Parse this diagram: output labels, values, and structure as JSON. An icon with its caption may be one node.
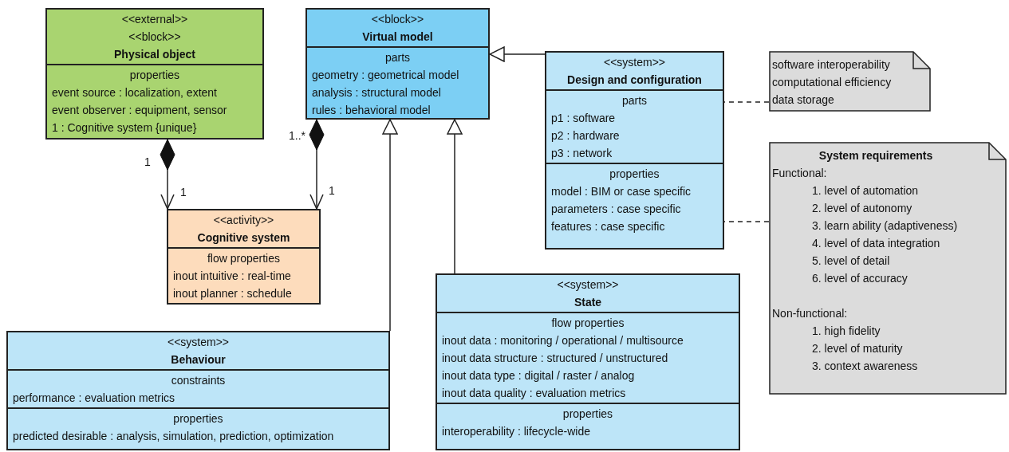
{
  "diagram": {
    "nodes": [
      {
        "text": [
          "<<external>>",
          "<<block>>",
          "Physical object",
          "properties",
          "event source : localization, extent",
          "event observer : equipment, sensor",
          "1 : Cognitive system {unique}"
        ]
      },
      {
        "text": [
          "<<block>>",
          "Virtual model",
          "parts",
          "geometry : geometrical model",
          "analysis : structural model",
          "rules : behavioral model"
        ]
      },
      {
        "text": [
          "<<system>>",
          "Design and configuration",
          "parts",
          "p1 : software",
          "p2 : hardware",
          "p3 : network",
          "properties",
          "model : BIM or case specific",
          "parameters : case specific",
          "features : case specific"
        ]
      },
      {
        "text": [
          "software interoperability",
          "computational efficiency",
          "data storage"
        ]
      },
      {
        "text": [
          "<<activity>>",
          "Cognitive system",
          "flow properties",
          "inout intuitive : real-time",
          "inout planner : schedule"
        ]
      },
      {
        "text": [
          "System requirements",
          "Functional:",
          "1. level of automation",
          "2. level of autonomy",
          "3. learn ability (adaptiveness)",
          "4. level of data integration",
          "5. level of detail",
          "6. level of accuracy",
          "Non-functional:",
          "1. high fidelity",
          "2. level of maturity",
          "3. context awareness"
        ]
      },
      {
        "text": [
          "<<system>>",
          "State",
          "flow properties",
          "inout data : monitoring / operational / multisource",
          "inout data structure : structured / unstructured",
          "inout data type : digital / raster / analog",
          "inout data quality : evaluation metrics",
          "properties",
          "interoperability : lifecycle-wide"
        ]
      },
      {
        "text": [
          "<<system>>",
          "Behaviour",
          "constraints",
          "performance : evaluation metrics",
          "properties",
          "predicted desirable : analysis, simulation, prediction, optimization"
        ]
      }
    ],
    "edges": [
      {
        "from": 0,
        "to": 4,
        "arrow": "to"
      },
      {
        "from": 1,
        "to": 4,
        "arrow": "to"
      },
      {
        "from": 2,
        "to": 1,
        "arrow": "to"
      },
      {
        "from": 7,
        "to": 1,
        "arrow": "to"
      },
      {
        "from": 6,
        "to": 1,
        "arrow": "to"
      },
      {
        "from": 3,
        "to": 2,
        "arrow": "none",
        "style": "dashed"
      },
      {
        "from": 5,
        "to": 2,
        "arrow": "none",
        "style": "dashed"
      }
    ],
    "labels": [
      "1..*",
      "1",
      "1",
      "1"
    ]
  }
}
